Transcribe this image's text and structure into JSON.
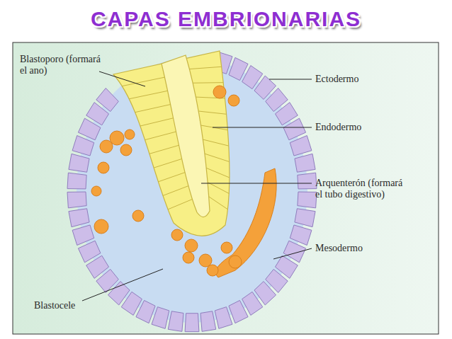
{
  "diagram": {
    "title": "CAPAS EMBRIONARIAS",
    "labels": [
      "Blastoporo (formará el ano)",
      "Ectodermo",
      "Endodermo",
      "Arquenterón (formará el tubo digestivo)",
      "Mesodermo",
      "Blastocele"
    ]
  }
}
